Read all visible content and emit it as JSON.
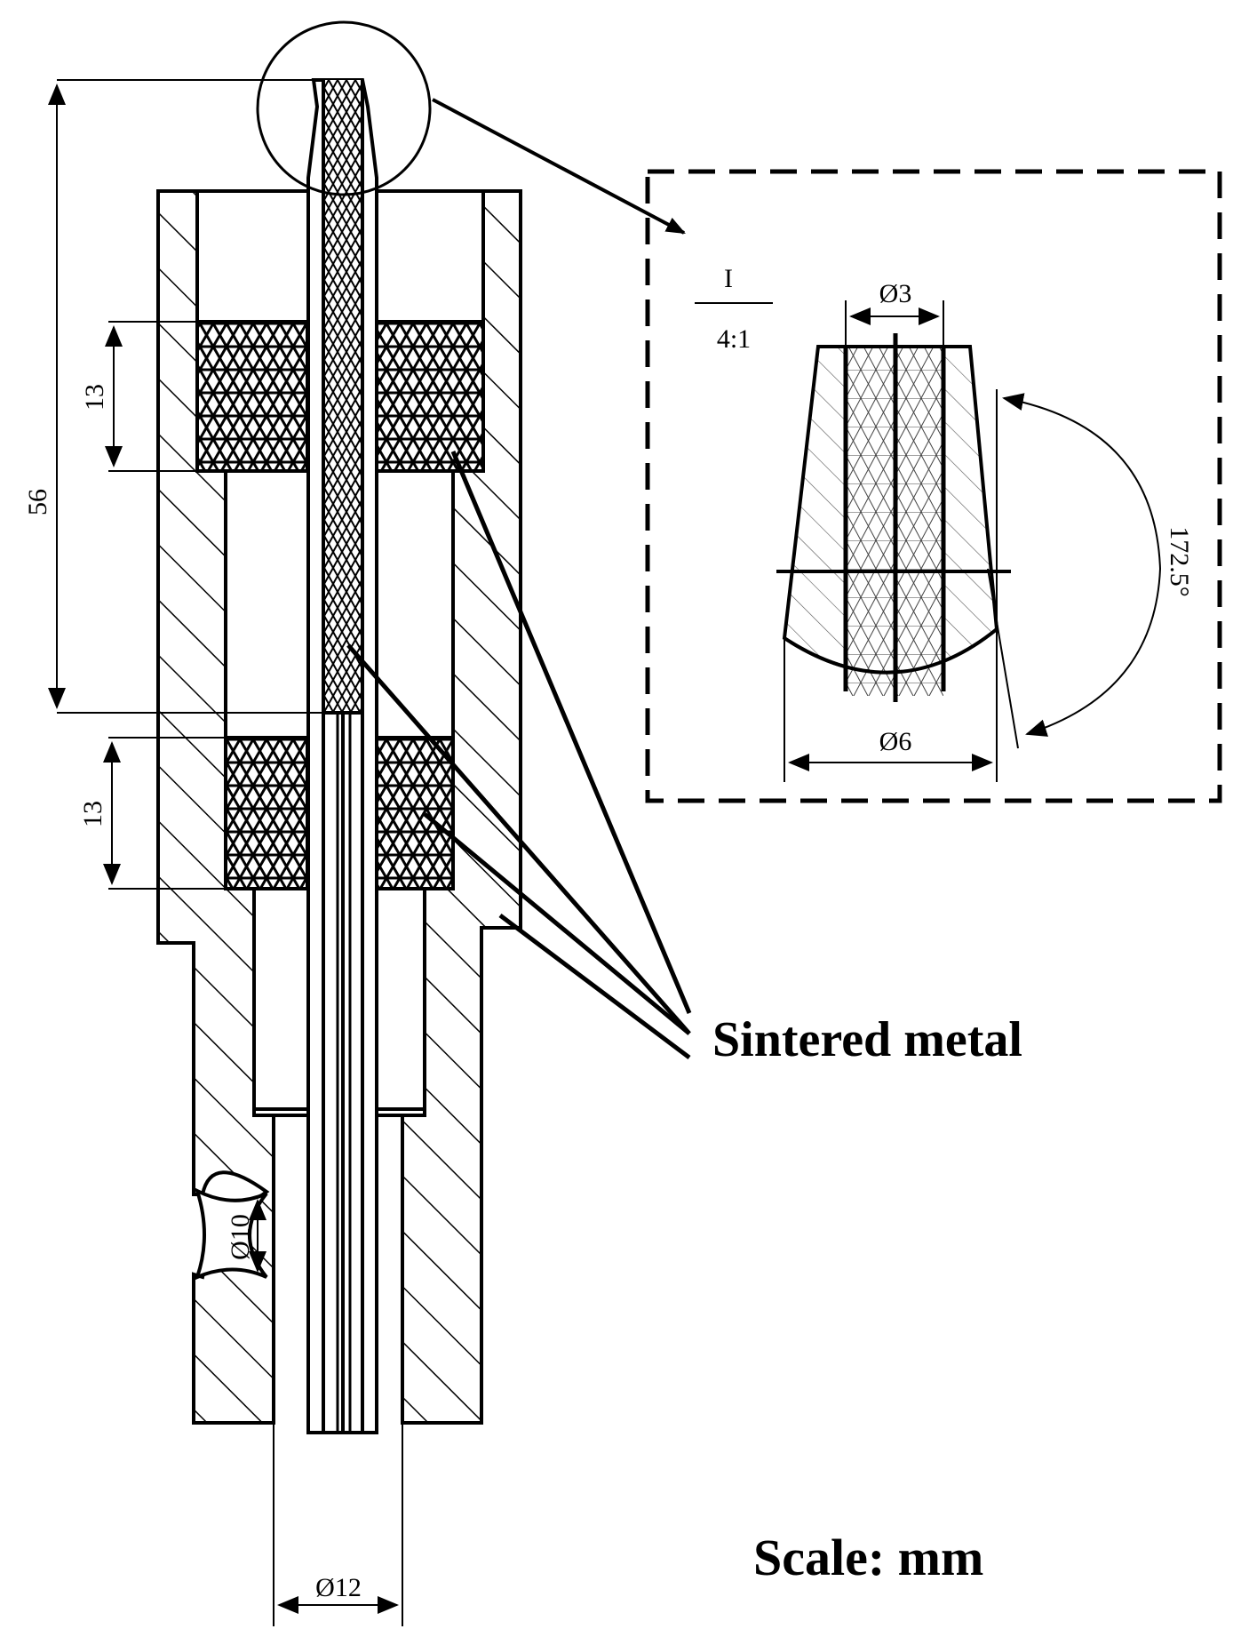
{
  "main_view": {
    "dim_total_height": "56",
    "dim_upper_sinter_height": "13",
    "dim_lower_sinter_height": "13",
    "dim_side_port_dia": "Ø10",
    "dim_bottom_dia": "Ø12"
  },
  "detail_view": {
    "label": "I",
    "scale": "4:1",
    "dim_top_dia": "Ø3",
    "dim_bottom_dia": "Ø6",
    "dim_angle": "172.5°"
  },
  "callout": {
    "label": "Sintered metal"
  },
  "footer": {
    "scale_note": "Scale: mm"
  }
}
